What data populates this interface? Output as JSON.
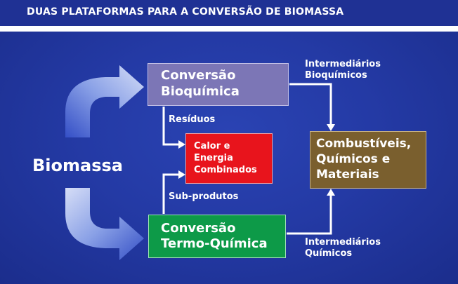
{
  "header": {
    "title": "DUAS PLATAFORMAS PARA A CONVERSÃO DE BIOMASSA"
  },
  "source": {
    "label": "Biomassa"
  },
  "boxes": {
    "bioquimica": {
      "lines": [
        "Conversão",
        "Bioquímica"
      ],
      "color": "#7c76b6"
    },
    "termoquimica": {
      "lines": [
        "Conversão",
        "Termo-Química"
      ],
      "color": "#0d9a48"
    },
    "calor": {
      "lines": [
        "Calor e",
        "Energia",
        "Combinados"
      ],
      "color": "#e8141c"
    },
    "combustiveis": {
      "lines": [
        "Combustíveis,",
        "Químicos e",
        "Materiais"
      ],
      "color": "#7a5f2e"
    }
  },
  "edge_labels": {
    "residuos": "Resíduos",
    "subprodutos": "Sub-produtos",
    "intermediarios_bioquimicos": [
      "Intermediários",
      "Bioquímicos"
    ],
    "intermediarios_quimicos": [
      "Intermediários",
      "Químicos"
    ]
  },
  "colors": {
    "background": "#1f3194",
    "arrow": "#ffffff"
  }
}
